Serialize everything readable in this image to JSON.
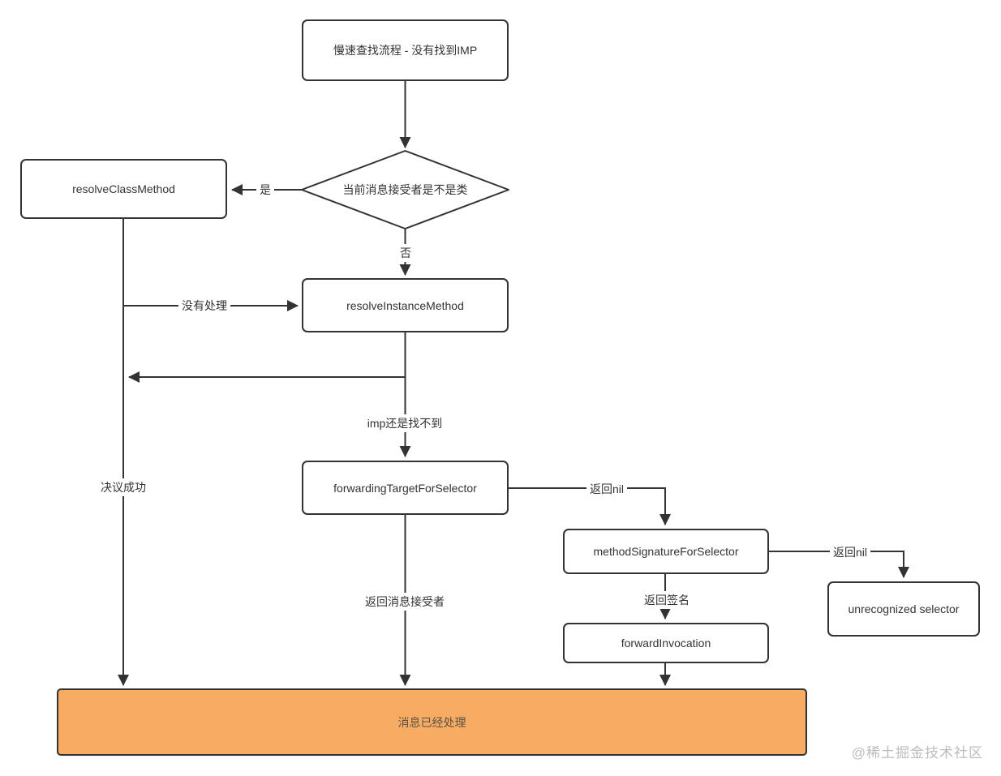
{
  "diagram": {
    "title_node": "慢速查找流程 - 没有找到IMP",
    "nodes": {
      "start": {
        "label": "慢速查找流程 - 没有找到IMP"
      },
      "decision": {
        "label": "当前消息接受者是不是类"
      },
      "resolve_class_method": {
        "label": "resolveClassMethod"
      },
      "resolve_instance_method": {
        "label": "resolveInstanceMethod"
      },
      "forwarding_target_for_selector": {
        "label": "forwardingTargetForSelector"
      },
      "method_signature_for_selector": {
        "label": "methodSignatureForSelector"
      },
      "unrecognized_selector": {
        "label": "unrecognized selector"
      },
      "forward_invocation": {
        "label": "forwardInvocation"
      },
      "message_handled": {
        "label": "消息已经处理"
      }
    },
    "edge_labels": {
      "yes": "是",
      "no": "否",
      "not_handled": "没有处理",
      "resolution_success": "决议成功",
      "imp_still_not_found": "imp还是找不到",
      "return_nil_to_signature": "返回nil",
      "return_message_receiver": "返回消息接受者",
      "return_nil_to_unrecognized": "返回nil",
      "return_signature": "返回签名"
    },
    "colors": {
      "line": "#333333",
      "box_border": "#333333",
      "box_fill": "#ffffff",
      "terminal_fill": "#F8AC63",
      "terminal_text": "#5b5243",
      "watermark": "#bcbcbc"
    },
    "watermark": "@稀土掘金技术社区"
  }
}
